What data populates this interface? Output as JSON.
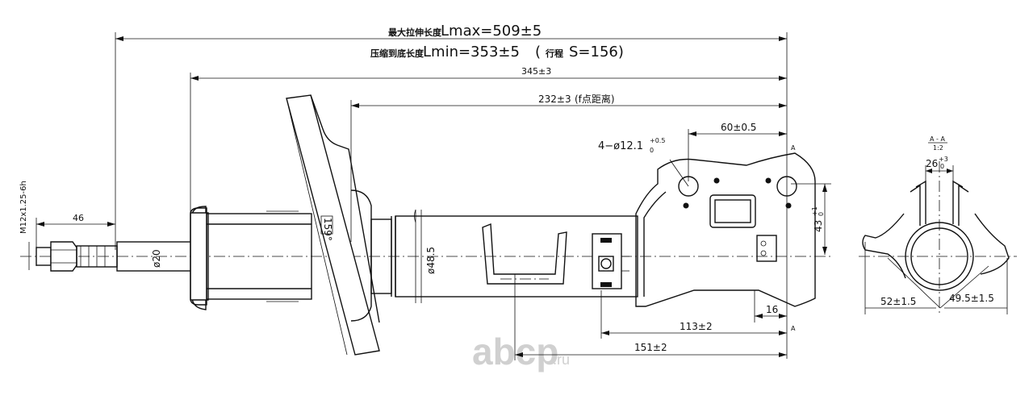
{
  "dimensions": {
    "lmax_cn": "最大拉伸长度",
    "lmax": "Lmax=509±5",
    "lmin_cn": "压缩到底长度",
    "lmin": "Lmin=353±5",
    "stroke_paren_open": "(",
    "stroke_cn": "行程",
    "stroke": "S=156)",
    "d345": "345±3",
    "d232": "232±3",
    "d232_note": "(f点距离)",
    "hole_spec": "4−ø12.1",
    "hole_tol_up": "+0.5",
    "hole_tol_low": "0",
    "d60": "60±0.5",
    "d43": "43",
    "d43_tol_up": "+1",
    "d43_tol_low": "0",
    "d16": "16",
    "d113": "113±2",
    "d151": "151±2",
    "d46": "46",
    "thread": "M12x1.25-6h",
    "rod_dia": "ø20",
    "tube_dia": "ø48.5",
    "angle": "159°",
    "section_mark_top": "A",
    "section_mark_bottom": "A"
  },
  "section_view": {
    "title": "A - A",
    "scale": "1:2",
    "d26": "26",
    "d26_tol_up": "+3",
    "d26_tol_low": "0",
    "d52": "52±1.5",
    "d49": "49.5±1.5"
  },
  "watermark": {
    "brand": "abcp",
    "suffix": ".ru"
  }
}
